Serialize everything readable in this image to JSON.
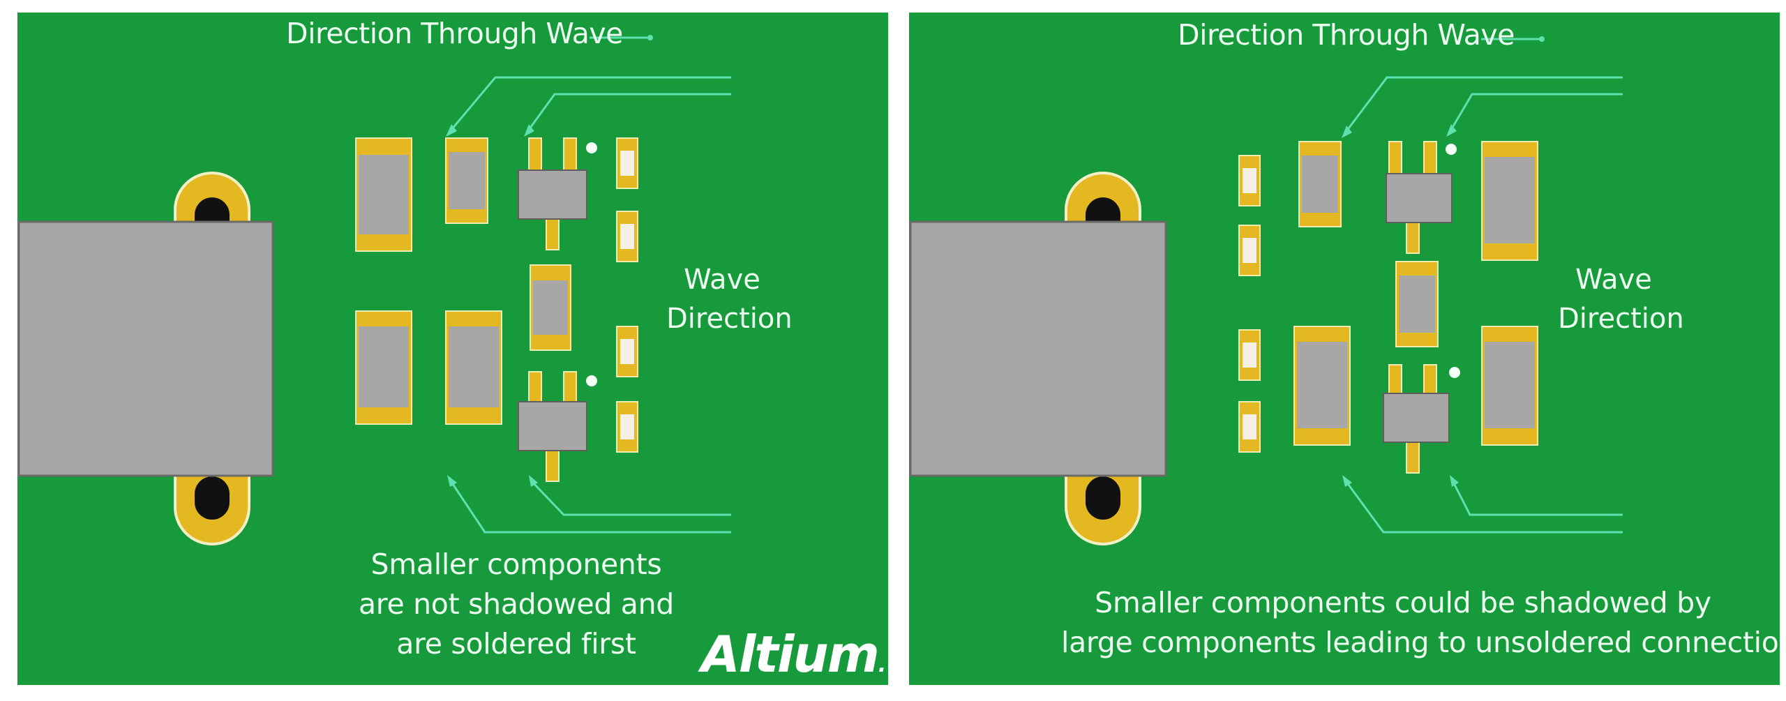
{
  "left_panel": {
    "title": "Direction Through Wave",
    "wave_label_line1": "Wave",
    "wave_label_line2": "Direction",
    "caption_lines": [
      "Smaller components",
      "are not shadowed and",
      "are soldered first"
    ],
    "logo": "Altium",
    "logo_dot": "."
  },
  "right_panel": {
    "title": "Direction Through Wave",
    "wave_label_line1": "Wave",
    "wave_label_line2": "Direction",
    "caption_lines": [
      "Smaller components could be shadowed by",
      "large components leading to unsoldered connections"
    ]
  },
  "colors": {
    "board_green": "#169a3c",
    "pad_gold": "#e3b820",
    "component_gray": "#a7a7a5",
    "arrow_mint": "#5fe0b0",
    "text": "#ecfff0"
  },
  "icons": [
    "arrow-right-icon",
    "wave-direction-arrow-icon",
    "mounting-hole-icon"
  ]
}
